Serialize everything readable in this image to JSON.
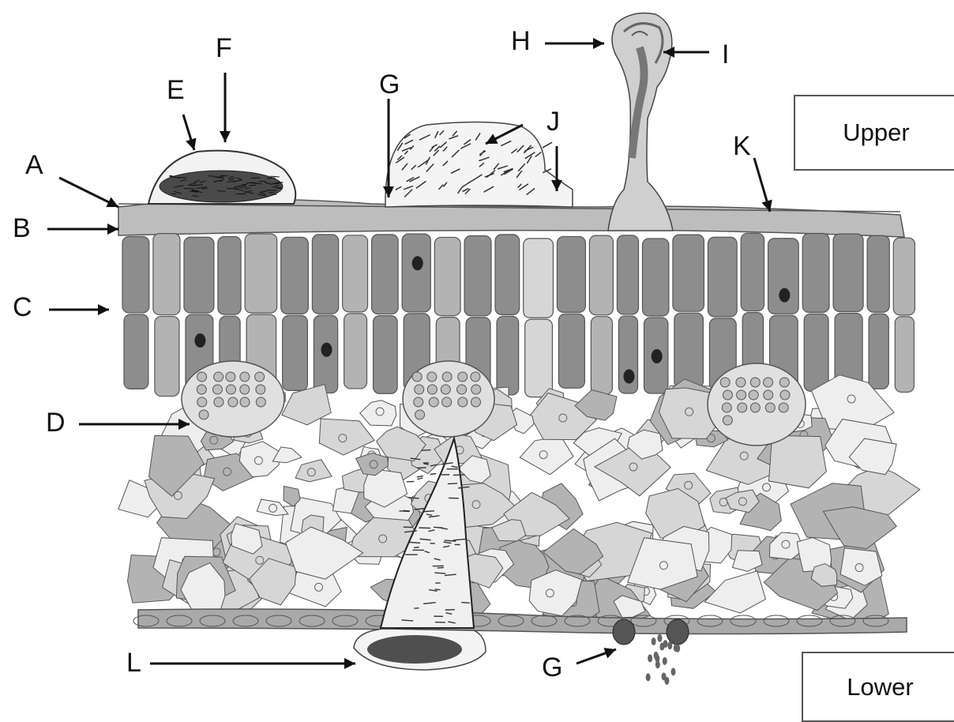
{
  "labels": {
    "A": "A",
    "B": "B",
    "C": "C",
    "D": "D",
    "E": "E",
    "F": "F",
    "G_top": "G",
    "G_bottom": "G",
    "H": "H",
    "I": "I",
    "J": "J",
    "K": "K",
    "L": "L"
  },
  "regions": {
    "upper": "Upper",
    "lower": "Lower"
  },
  "colors": {
    "cell_dark": "#8d8d8d",
    "cell_mid": "#b3b3b3",
    "cell_light": "#d6d6d6",
    "outline": "#555555",
    "ink": "#111111"
  }
}
